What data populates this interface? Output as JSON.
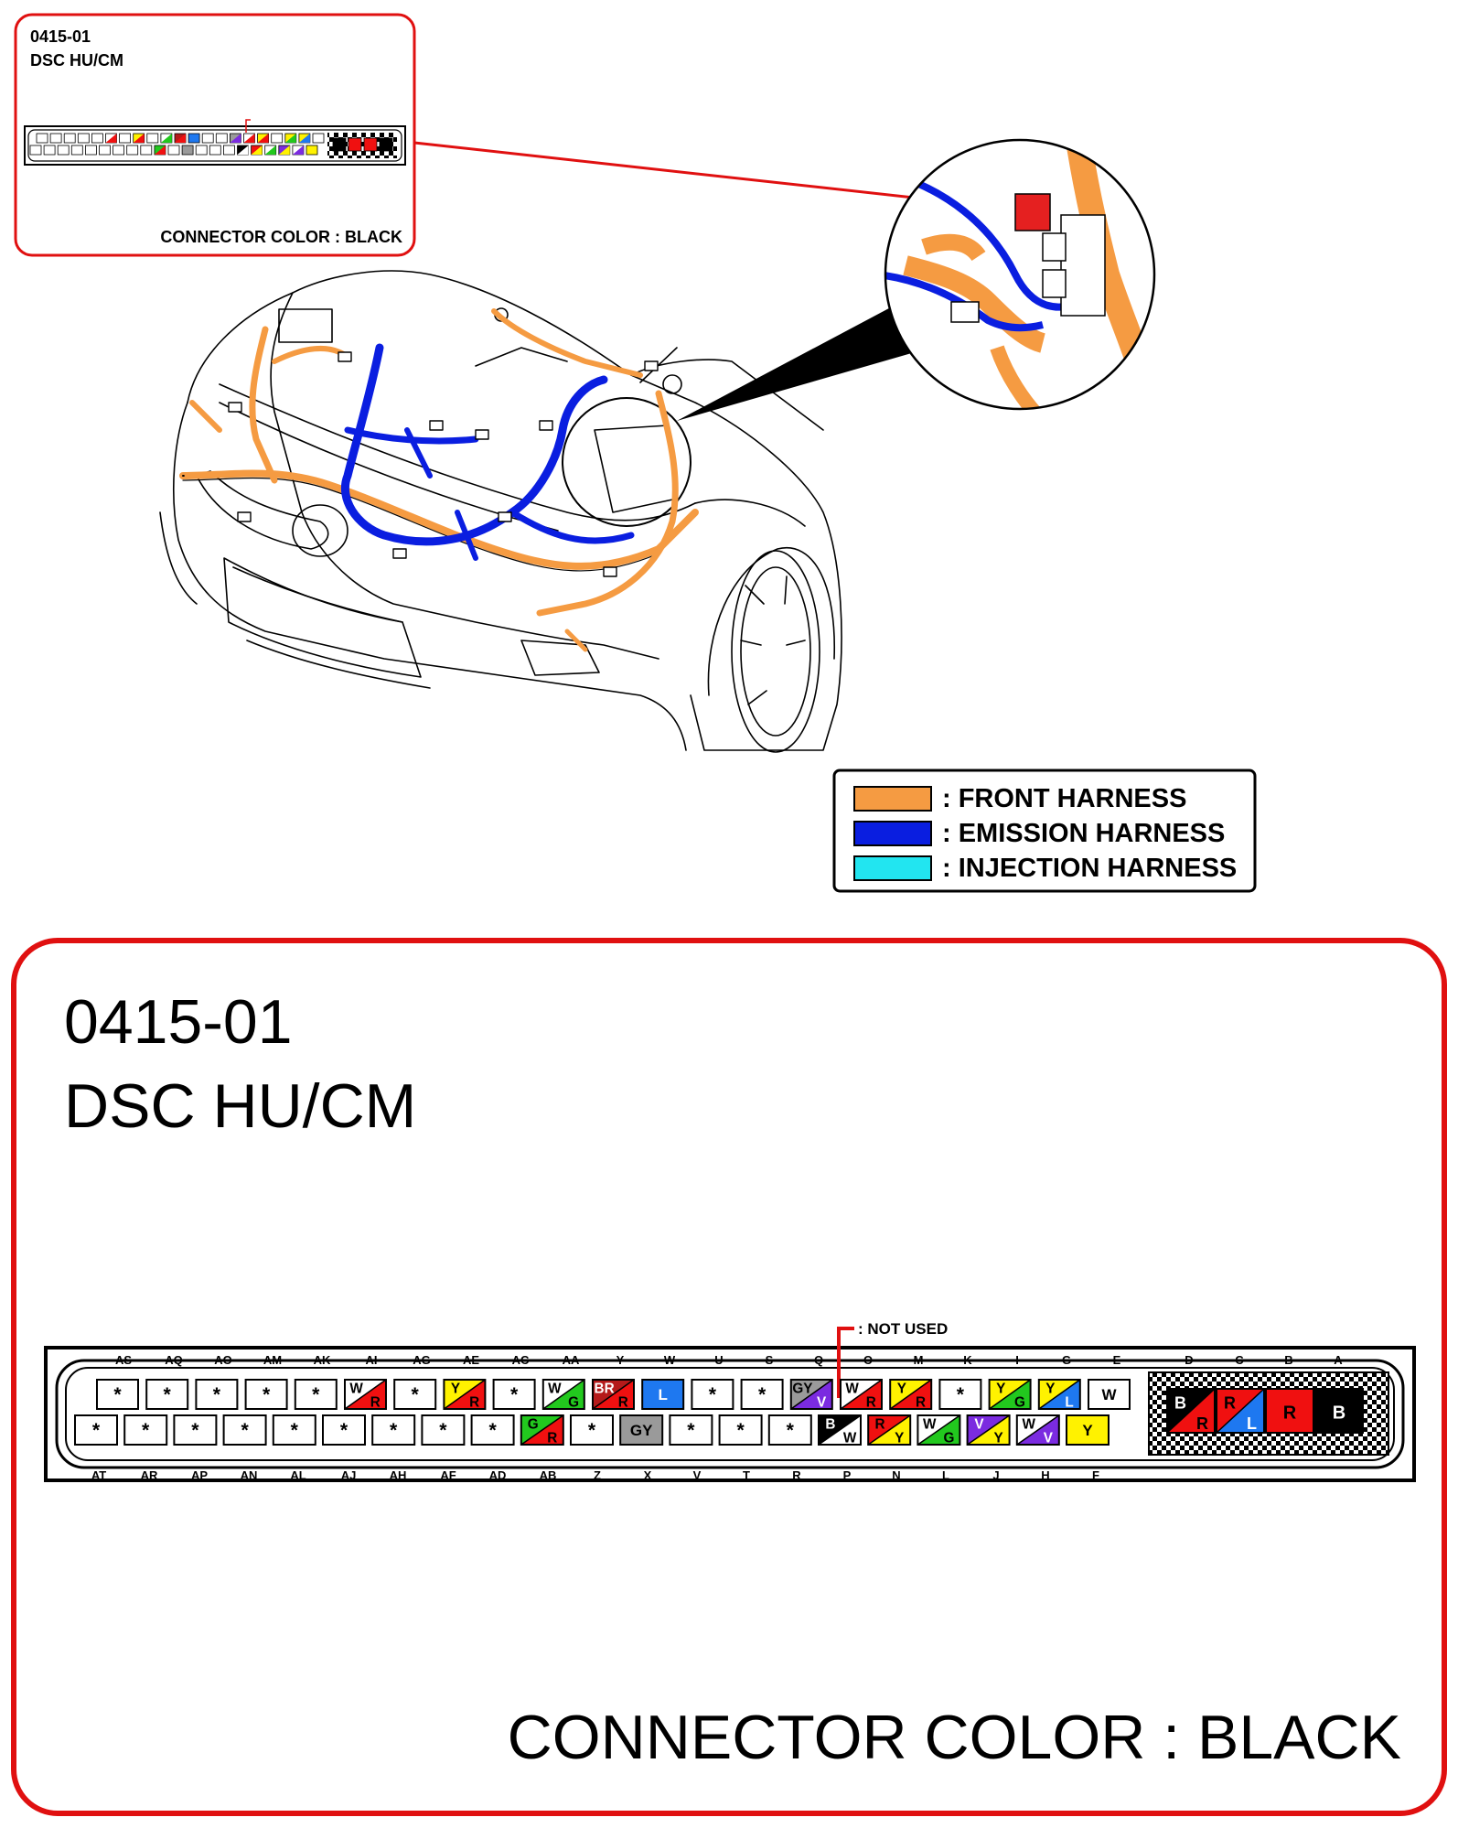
{
  "inset": {
    "code": "0415-01",
    "name": "DSC HU/CM",
    "connector_color_label": "CONNECTOR COLOR : BLACK"
  },
  "legend": {
    "items": [
      {
        "label": ": FRONT HARNESS",
        "color": "#F59B42"
      },
      {
        "label": ": EMISSION HARNESS",
        "color": "#0A1EE0"
      },
      {
        "label": ": INJECTION HARNESS",
        "color": "#22E5F0"
      }
    ]
  },
  "detail": {
    "code": "0415-01",
    "name": "DSC HU/CM",
    "connector_color_label": "CONNECTOR COLOR : BLACK",
    "not_used_label": ": NOT USED",
    "top_letters": [
      "AS",
      "AQ",
      "AO",
      "AM",
      "AK",
      "AI",
      "AG",
      "AE",
      "AC",
      "AA",
      "Y",
      "W",
      "U",
      "S",
      "Q",
      "O",
      "M",
      "K",
      "I",
      "G",
      "E",
      "D",
      "C",
      "B",
      "A"
    ],
    "bottom_letters": [
      "AT",
      "AR",
      "AP",
      "AN",
      "AL",
      "AJ",
      "AH",
      "AF",
      "AD",
      "AB",
      "Z",
      "X",
      "V",
      "T",
      "R",
      "P",
      "N",
      "L",
      "J",
      "H",
      "F"
    ],
    "top_row": [
      {
        "type": "x"
      },
      {
        "type": "x"
      },
      {
        "type": "x"
      },
      {
        "type": "x"
      },
      {
        "type": "x"
      },
      {
        "type": "dual",
        "a": "W",
        "b": "R"
      },
      {
        "type": "x"
      },
      {
        "type": "dual",
        "a": "Y",
        "b": "R"
      },
      {
        "type": "x"
      },
      {
        "type": "dual",
        "a": "W",
        "b": "G"
      },
      {
        "type": "dual",
        "a": "BR",
        "b": "R"
      },
      {
        "type": "solid",
        "a": "L"
      },
      {
        "type": "x"
      },
      {
        "type": "x"
      },
      {
        "type": "dual",
        "a": "GY",
        "b": "V"
      },
      {
        "type": "dual",
        "a": "W",
        "b": "R"
      },
      {
        "type": "dual",
        "a": "Y",
        "b": "R"
      },
      {
        "type": "x"
      },
      {
        "type": "dual",
        "a": "Y",
        "b": "G"
      },
      {
        "type": "dual",
        "a": "Y",
        "b": "L"
      },
      {
        "type": "solid",
        "a": "W"
      }
    ],
    "bottom_row": [
      {
        "type": "x"
      },
      {
        "type": "x"
      },
      {
        "type": "x"
      },
      {
        "type": "x"
      },
      {
        "type": "x"
      },
      {
        "type": "x"
      },
      {
        "type": "x"
      },
      {
        "type": "x"
      },
      {
        "type": "x"
      },
      {
        "type": "dual",
        "a": "G",
        "b": "R"
      },
      {
        "type": "x"
      },
      {
        "type": "solid",
        "a": "GY"
      },
      {
        "type": "x"
      },
      {
        "type": "x"
      },
      {
        "type": "x"
      },
      {
        "type": "dual",
        "a": "B",
        "b": "W"
      },
      {
        "type": "dual",
        "a": "R",
        "b": "Y"
      },
      {
        "type": "dual",
        "a": "W",
        "b": "G"
      },
      {
        "type": "dual",
        "a": "V",
        "b": "Y"
      },
      {
        "type": "dual",
        "a": "W",
        "b": "V"
      },
      {
        "type": "solid",
        "a": "Y"
      }
    ],
    "large_pins": [
      {
        "type": "dual",
        "a": "B",
        "b": "R"
      },
      {
        "type": "dual",
        "a": "R",
        "b": "L"
      },
      {
        "type": "solid",
        "a": "R"
      },
      {
        "type": "solid",
        "a": "B"
      }
    ]
  },
  "wire_colors": {
    "W": "#FFFFFF",
    "R": "#F01010",
    "Y": "#FFF200",
    "G": "#22C81E",
    "BR": "#B51A1A",
    "L": "#1E78F0",
    "GY": "#9A9A9A",
    "V": "#7B2BE0",
    "B": "#000000"
  }
}
